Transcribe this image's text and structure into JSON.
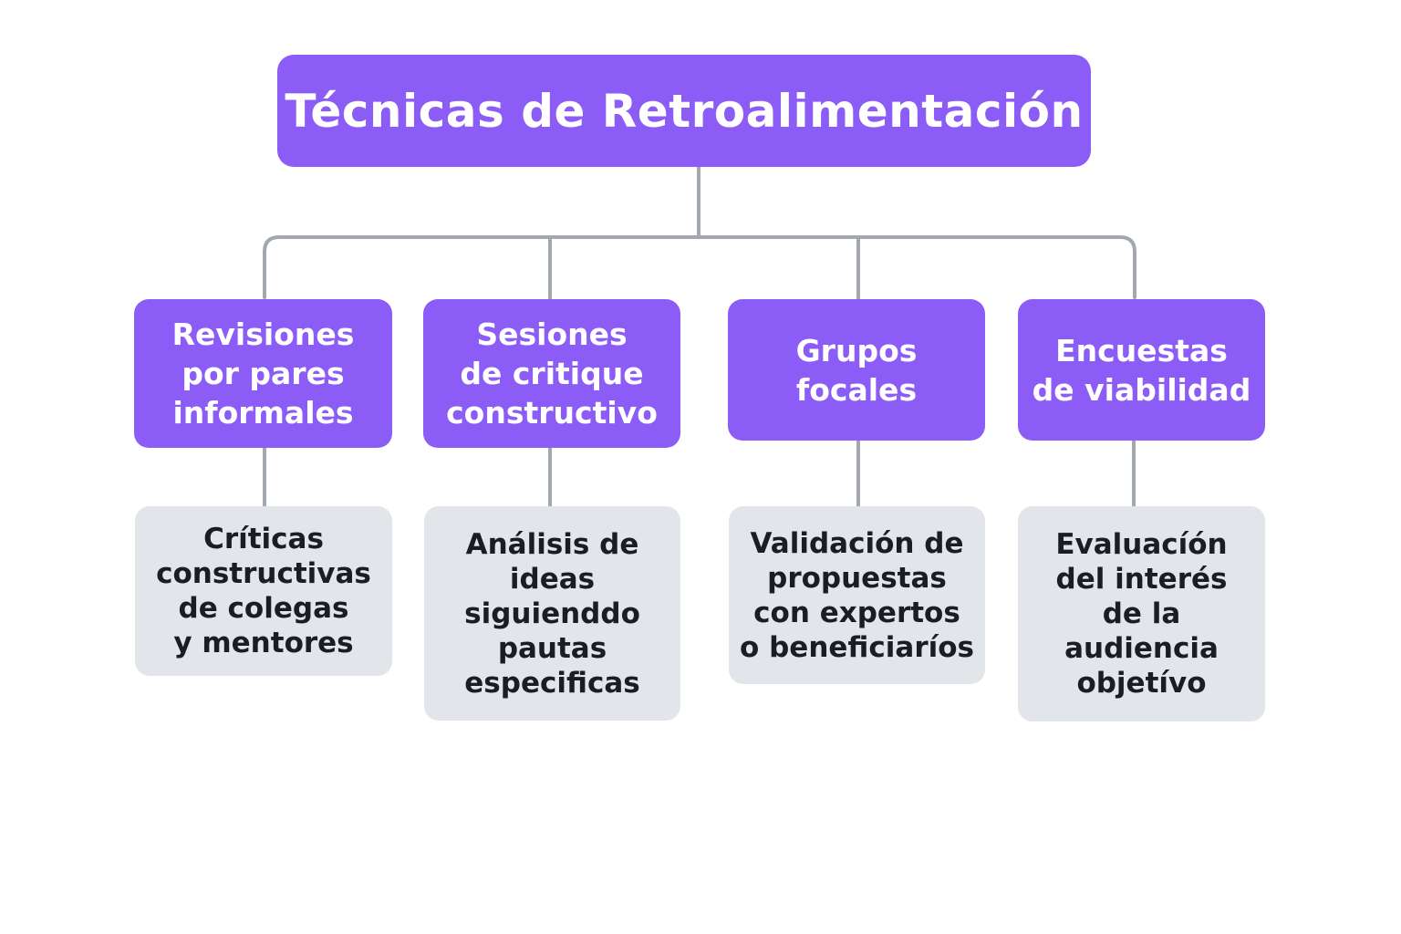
{
  "diagram": {
    "title": "Técnicas de Retroalimentación",
    "categories": [
      {
        "label": "Revisiones\npor pares\ninformales",
        "detail": "Críticas\nconstructivas\nde colegas\ny mentores"
      },
      {
        "label": "Sesiones\nde critique\nconstructivo",
        "detail": "Análisis de\nideas\nsiguienddo\npautas\nespecificas"
      },
      {
        "label": "Grupos\nfocales",
        "detail": "Validación de\npropuestas\ncon expertos\no beneficiaríos"
      },
      {
        "label": "Encuestas\nde viabilidad",
        "detail": "Evaluacíón\ndel interés\nde la\naudiencia\nobjetívo"
      }
    ],
    "colors": {
      "primary": "#8b5cf6",
      "detail_bg": "#e2e5e9",
      "connector": "#a3a8af"
    }
  }
}
